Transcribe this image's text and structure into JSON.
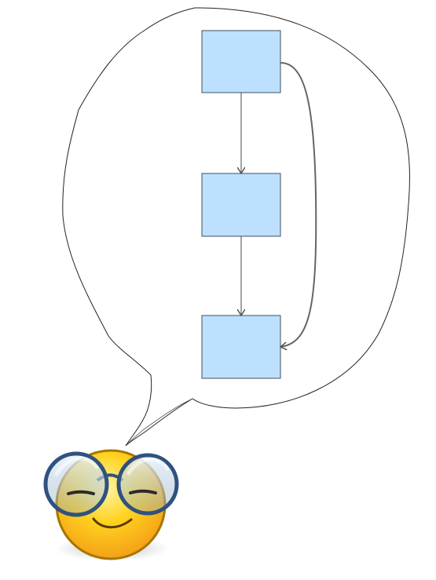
{
  "diagram": {
    "type": "flowchart-thought-bubble",
    "nodes": [
      {
        "id": "box-1",
        "label": ""
      },
      {
        "id": "box-2",
        "label": ""
      },
      {
        "id": "box-3",
        "label": ""
      }
    ],
    "edges": [
      {
        "from": "box-1",
        "to": "box-2"
      },
      {
        "from": "box-2",
        "to": "box-3"
      },
      {
        "from": "box-1",
        "to": "box-3",
        "style": "curved"
      }
    ],
    "colors": {
      "box_fill": "#bde0ff",
      "box_stroke": "#3f4f5f",
      "arrow_stroke": "#666666",
      "bubble_stroke": "#222222",
      "face_yellow": "#ffd21f",
      "face_orange": "#f29a16",
      "glasses_frame": "#2f527f",
      "glasses_lens": "#a8bfcf"
    }
  },
  "character": {
    "icon": "smiley-with-glasses-icon"
  }
}
